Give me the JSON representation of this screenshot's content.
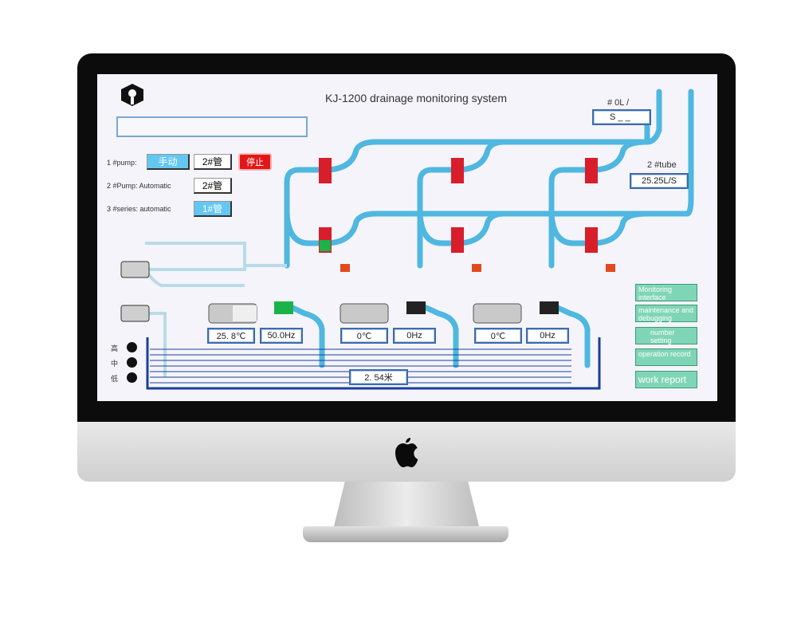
{
  "app": {
    "title": "KJ-1200 drainage monitoring system",
    "message_bar": ""
  },
  "pumps": [
    {
      "label": "1 #pump:",
      "mode": "手动",
      "pipe": "2#管",
      "alarm": "停止"
    },
    {
      "label": "2 #Pump: Automatic",
      "pipe": "2#管"
    },
    {
      "label": "3 #series: automatic",
      "pipe": "1#管"
    }
  ],
  "flow_readouts": {
    "tube1_label": "# 0L /",
    "tube1_value": "S _ _",
    "tube2_label": "2 #tube",
    "tube2_value": "25.25L/S"
  },
  "pump_readings": [
    {
      "temp": "25. 8℃",
      "freq": "50.0Hz"
    },
    {
      "temp": "0℃",
      "freq": "0Hz"
    },
    {
      "temp": "0℃",
      "freq": "0Hz"
    }
  ],
  "tank": {
    "level": "2. 54米"
  },
  "level_indicators": [
    "高",
    "中",
    "低"
  ],
  "nav": [
    "Monitoring interface",
    "maintenance and debugging",
    "number setting",
    "operation record",
    "work report"
  ],
  "colors": {
    "pipe": "#4fb7e0",
    "valve_red": "#d81e2a",
    "valve_green": "#19b34a",
    "tank": "#1a3f9a",
    "nav": "#7fd6b6"
  }
}
